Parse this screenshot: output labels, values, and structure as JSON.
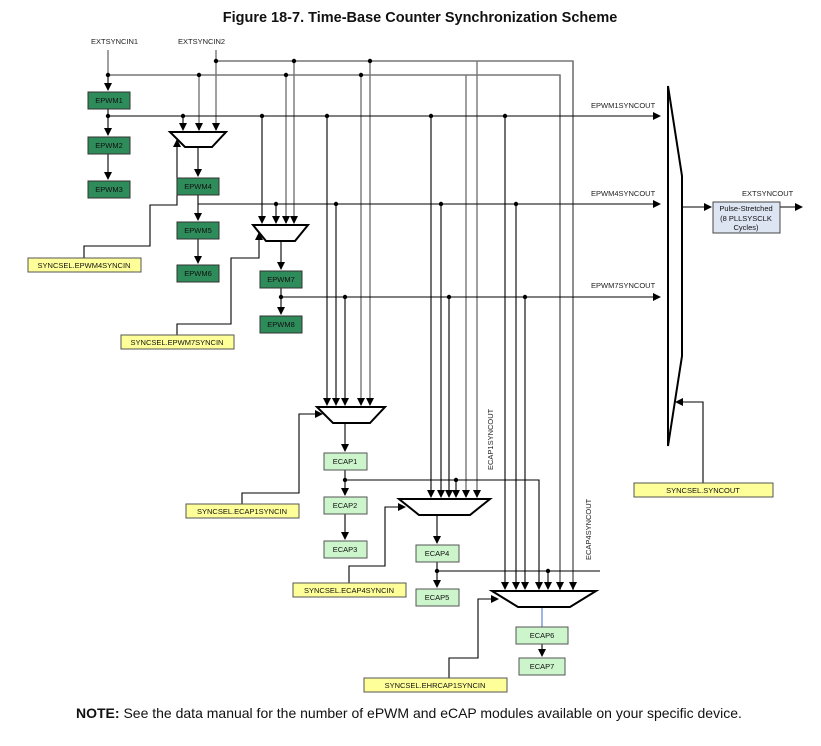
{
  "figure": {
    "title": "Figure 18-7. Time-Base Counter Synchronization Scheme",
    "inputs": {
      "extsyncin1": "EXTSYNCIN1",
      "extsyncin2": "EXTSYNCIN2"
    },
    "epwm_modules": [
      "EPWM1",
      "EPWM2",
      "EPWM3",
      "EPWM4",
      "EPWM5",
      "EPWM6",
      "EPWM7",
      "EPWM8"
    ],
    "ecap_modules": [
      "ECAP1",
      "ECAP2",
      "ECAP3",
      "ECAP4",
      "ECAP5",
      "ECAP6",
      "ECAP7"
    ],
    "signals": {
      "epwm1syncout": "EPWM1SYNCOUT",
      "epwm4syncout": "EPWM4SYNCOUT",
      "epwm7syncout": "EPWM7SYNCOUT",
      "ecap1syncout": "ECAP1SYNCOUT",
      "ecap4syncout": "ECAP4SYNCOUT",
      "extsyncout": "EXTSYNCOUT"
    },
    "selectors": {
      "epwm4syncin": "SYNCSEL.EPWM4SYNCIN",
      "epwm7syncin": "SYNCSEL.EPWM7SYNCIN",
      "ecap1syncin": "SYNCSEL.ECAP1SYNCIN",
      "ecap4syncin": "SYNCSEL.ECAP4SYNCIN",
      "ehrcap1syncin": "SYNCSEL.EHRCAP1SYNCIN",
      "syncout": "SYNCSEL.SYNCOUT"
    },
    "pulse_stretcher": [
      "Pulse-Stretched",
      "(8 PLLSYSCLK",
      "Cycles)"
    ],
    "colors": {
      "epwm_fill": "#2e8b5a",
      "ecap_fill": "#ccf5cc",
      "syncsel_fill": "#ffff99",
      "pulse_fill": "#dde4f2",
      "wire_dark": "#000000",
      "wire_grey": "#777777"
    }
  },
  "note": {
    "label": "NOTE:",
    "text": " See the data manual for the number of ePWM and eCAP modules available on your specific device."
  }
}
